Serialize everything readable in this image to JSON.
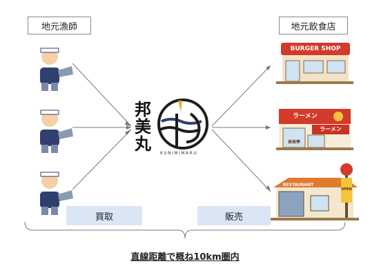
{
  "headers": {
    "fishermen": "地元漁師",
    "restaurants": "地元飲食店"
  },
  "logo": {
    "kanji": [
      "邦",
      "美",
      "丸"
    ],
    "romaji": "KUNIMIMARU"
  },
  "actions": {
    "buy": "買取",
    "sell": "販売"
  },
  "caption": "直線距離で概ね10km圏内",
  "signs": {
    "burger": "BURGER SHOP",
    "ramen_top": "ラーメン",
    "ramen_side": "ラーメン",
    "ramen_vertical": "来来亭",
    "restaurant": "RESTAURANT",
    "restaurant_pole": "OPEN"
  },
  "colors": {
    "navy": "#2f3f6e",
    "accent_box": "#dbe6f5",
    "gold": "#e0b23a",
    "red_sign": "#d23a2a"
  }
}
